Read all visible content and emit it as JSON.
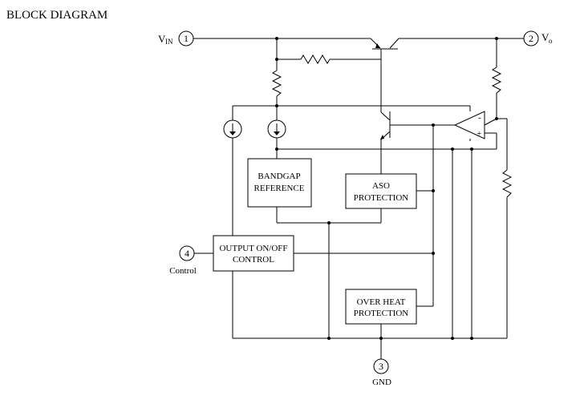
{
  "title": "BLOCK DIAGRAM",
  "pins": {
    "vin": {
      "number": "1",
      "label_main": "V",
      "label_sub": "IN"
    },
    "vo": {
      "number": "2",
      "label_main": "V",
      "label_sub": "o"
    },
    "gnd": {
      "number": "3",
      "label": "GND"
    },
    "control": {
      "number": "4",
      "label": "Control"
    }
  },
  "blocks": {
    "bandgap": {
      "line1": "BANDGAP",
      "line2": "REFERENCE"
    },
    "aso": {
      "line1": "ASO",
      "line2": "PROTECTION"
    },
    "onoff": {
      "line1": "OUTPUT ON/OFF",
      "line2": "CONTROL"
    },
    "overheat": {
      "line1": "OVER HEAT",
      "line2": "PROTECTION"
    }
  },
  "opamp": {
    "minus": "-",
    "plus": "+"
  }
}
